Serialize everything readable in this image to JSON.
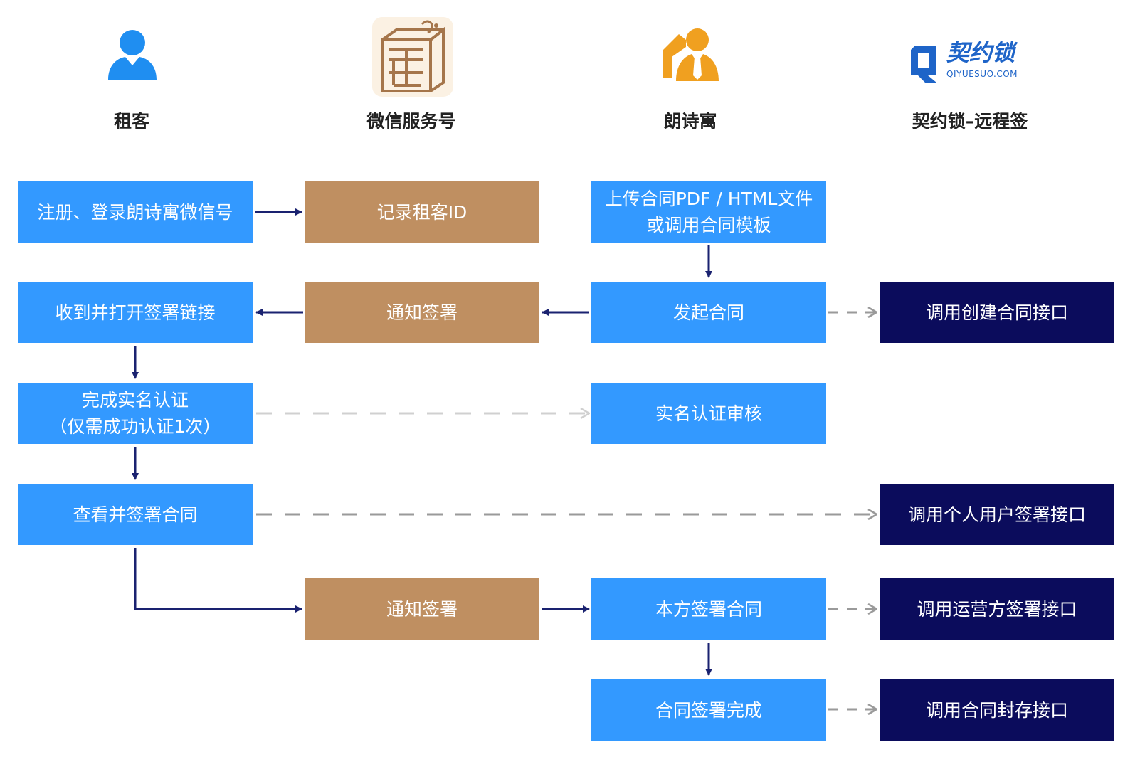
{
  "colors": {
    "tenant_blue": "#3399ff",
    "wechat_brown": "#bf8f61",
    "api_navy": "#0b0c5c",
    "arrow_dark": "#1a2270",
    "arrow_gray": "#9a9a9a",
    "arrow_light": "#d0d0d0",
    "brand_blue": "#1e64c8",
    "apartment_orange": "#f0a020"
  },
  "lanes": {
    "tenant": {
      "title": "租客",
      "icon": "person-icon"
    },
    "wechat": {
      "title": "微信服务号",
      "icon": "wechat-service-logo"
    },
    "apartment": {
      "title": "朗诗寓",
      "icon": "apartment-manager-icon"
    },
    "qiyuesuo": {
      "title": "契约锁–远程签",
      "icon": "qiyuesuo-logo",
      "logo_text": "契约锁",
      "logo_subtext": "QIYUESUO.COM"
    }
  },
  "steps": {
    "register": [
      "注册、登录朗诗寓微信号"
    ],
    "record_id": [
      "记录租客ID"
    ],
    "upload": [
      "上传合同PDF / HTML文件",
      "或调用合同模板"
    ],
    "receive_link": [
      "收到并打开签署链接"
    ],
    "notify_1": [
      "通知签署"
    ],
    "initiate": [
      "发起合同"
    ],
    "create_api": [
      "调用创建合同接口"
    ],
    "realname": [
      "完成实名认证",
      "（仅需成功认证1次）"
    ],
    "realname_review": [
      "实名认证审核"
    ],
    "view_sign": [
      "查看并签署合同"
    ],
    "personal_api": [
      "调用个人用户签署接口"
    ],
    "notify_2": [
      "通知签署"
    ],
    "self_sign": [
      "本方签署合同"
    ],
    "operator_api": [
      "调用运营方签署接口"
    ],
    "complete": [
      "合同签署完成"
    ],
    "archive_api": [
      "调用合同封存接口"
    ]
  }
}
